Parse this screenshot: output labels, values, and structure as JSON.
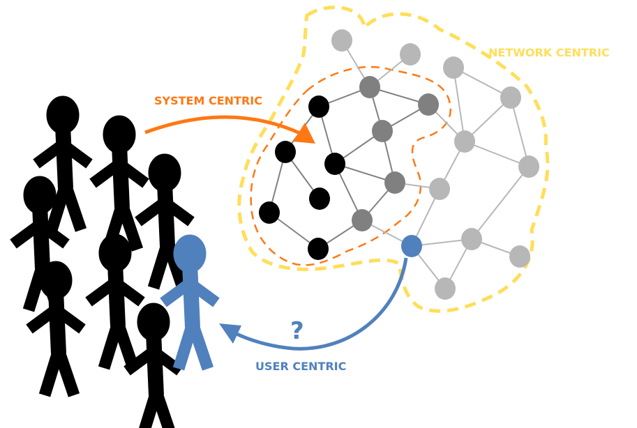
{
  "labels": {
    "network": "NETWORK CENTRIC",
    "system": "SYSTEM CENTRIC",
    "user": "USER CENTRIC",
    "question": "?"
  },
  "colors": {
    "network": "#ffde5a",
    "system": "#ff7813",
    "user": "#5081bd",
    "black": "#000000",
    "dark_gray": "#808080",
    "light_gray": "#b7b7b7"
  }
}
